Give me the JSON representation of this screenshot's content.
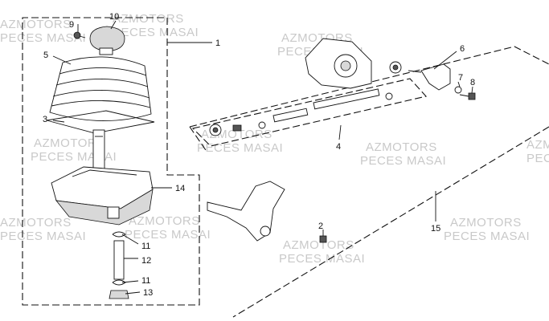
{
  "watermark": {
    "line1": "AZMOTORS",
    "line2": "PECES MASAI"
  },
  "callouts": [
    {
      "id": "c1",
      "label": "1"
    },
    {
      "id": "c2",
      "label": "2"
    },
    {
      "id": "c3",
      "label": "3"
    },
    {
      "id": "c4",
      "label": "4"
    },
    {
      "id": "c5",
      "label": "5"
    },
    {
      "id": "c6",
      "label": "6"
    },
    {
      "id": "c7",
      "label": "7"
    },
    {
      "id": "c8",
      "label": "8"
    },
    {
      "id": "c9",
      "label": "9"
    },
    {
      "id": "c10",
      "label": "10"
    },
    {
      "id": "c11a",
      "label": "11"
    },
    {
      "id": "c11b",
      "label": "11"
    },
    {
      "id": "c12",
      "label": "12"
    },
    {
      "id": "c13",
      "label": "13"
    },
    {
      "id": "c14",
      "label": "14"
    },
    {
      "id": "c15",
      "label": "15"
    }
  ]
}
